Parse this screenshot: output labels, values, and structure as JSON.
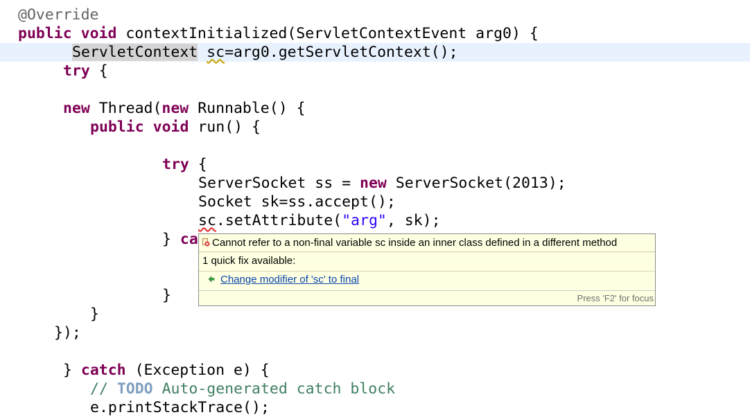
{
  "code": {
    "l1_annotation": "@Override",
    "l2_kw1": "public",
    "l2_kw2": "void",
    "l2_rest": "contextInitialized(ServletContextEvent arg0) {",
    "l3_type": "ServletContext",
    "l3_var": "sc",
    "l3_rest": "=arg0.getServletContext();",
    "l4_kw": "try",
    "l4_rest": " {",
    "l6_kw1": "new",
    "l6_mid": " Thread(",
    "l6_kw2": "new",
    "l6_rest": " Runnable() {",
    "l7_kw1": "public",
    "l7_kw2": "void",
    "l7_rest": "run() {",
    "l9_kw": "try",
    "l9_rest": " {",
    "l10_a": "ServerSocket ss = ",
    "l10_kw": "new",
    "l10_b": " ServerSocket(2013);",
    "l11": "Socket sk=ss.accept();",
    "l12_var": "sc",
    "l12_mid": ".setAttribute(",
    "l12_str": "\"arg\"",
    "l12_rest": ", sk);",
    "l13_brace": "} ",
    "l13_partial": "ca",
    "l15": "}",
    "l16": "}",
    "l17": "});",
    "l19_brace": "} ",
    "l19_kw": "catch",
    "l19_rest": " (Exception e) {",
    "l20_slashes": "// ",
    "l20_todo": "TODO",
    "l20_rest": " Auto-generated catch block",
    "l21": "e.printStackTrace();"
  },
  "hover": {
    "error_message": "Cannot refer to a non-final variable sc inside an inner class defined in a different method",
    "quick_fix_count": "1 quick fix available:",
    "quick_fix_label": "Change modifier of 'sc' to final",
    "status_hint": "Press 'F2' for focus"
  },
  "colors": {
    "keyword": "#7f0055",
    "string": "#2a00ff",
    "comment": "#3f7f5f",
    "todo": "#7f9fbf",
    "annotation": "#646464",
    "current_line": "#e8f2fe",
    "hover_background": "#ffffe1",
    "link": "#0645ad"
  }
}
